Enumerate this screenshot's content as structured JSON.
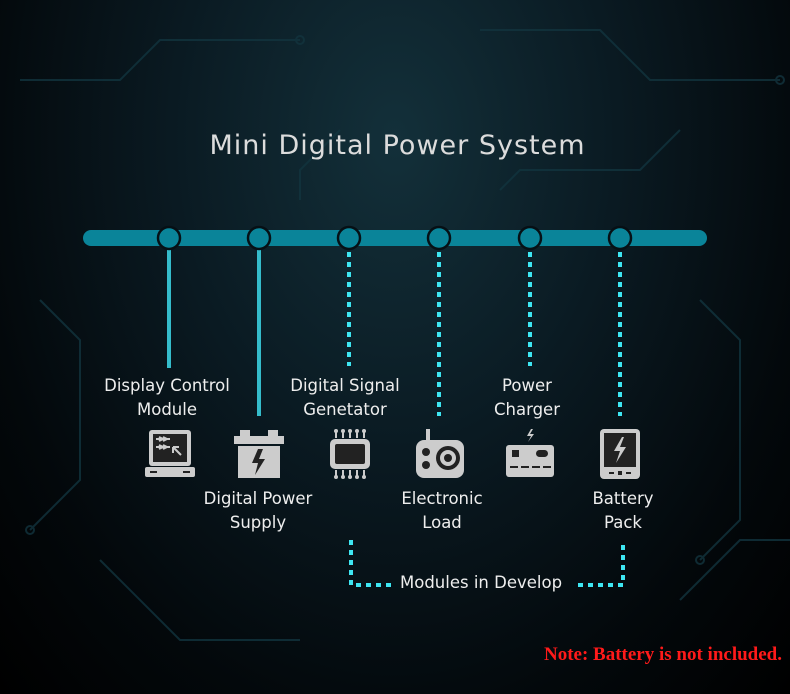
{
  "title": "Mini Digital Power System",
  "modules": [
    {
      "line1": "Display Control",
      "line2": "Module",
      "icon": "monitor-icon",
      "status": "available"
    },
    {
      "line1": "Digital Power",
      "line2": "Supply",
      "icon": "power-supply-icon",
      "status": "available"
    },
    {
      "line1": "Digital Signal",
      "line2": "Genetator",
      "icon": "chip-icon",
      "status": "in-develop"
    },
    {
      "line1": "Electronic",
      "line2": "Load",
      "icon": "speaker-load-icon",
      "status": "in-develop"
    },
    {
      "line1": "Power",
      "line2": "Charger",
      "icon": "charger-icon",
      "status": "in-develop"
    },
    {
      "line1": "Battery",
      "line2": "Pack",
      "icon": "battery-pack-icon",
      "status": "in-develop"
    }
  ],
  "legend": {
    "in_develop": "Modules in Develop"
  },
  "note": "Note: Battery is not included.",
  "colors": {
    "bus": "#0a8499",
    "solid_line": "#35bccb",
    "dotted_line": "#3ee6f2",
    "note": "#ff1a1a"
  }
}
